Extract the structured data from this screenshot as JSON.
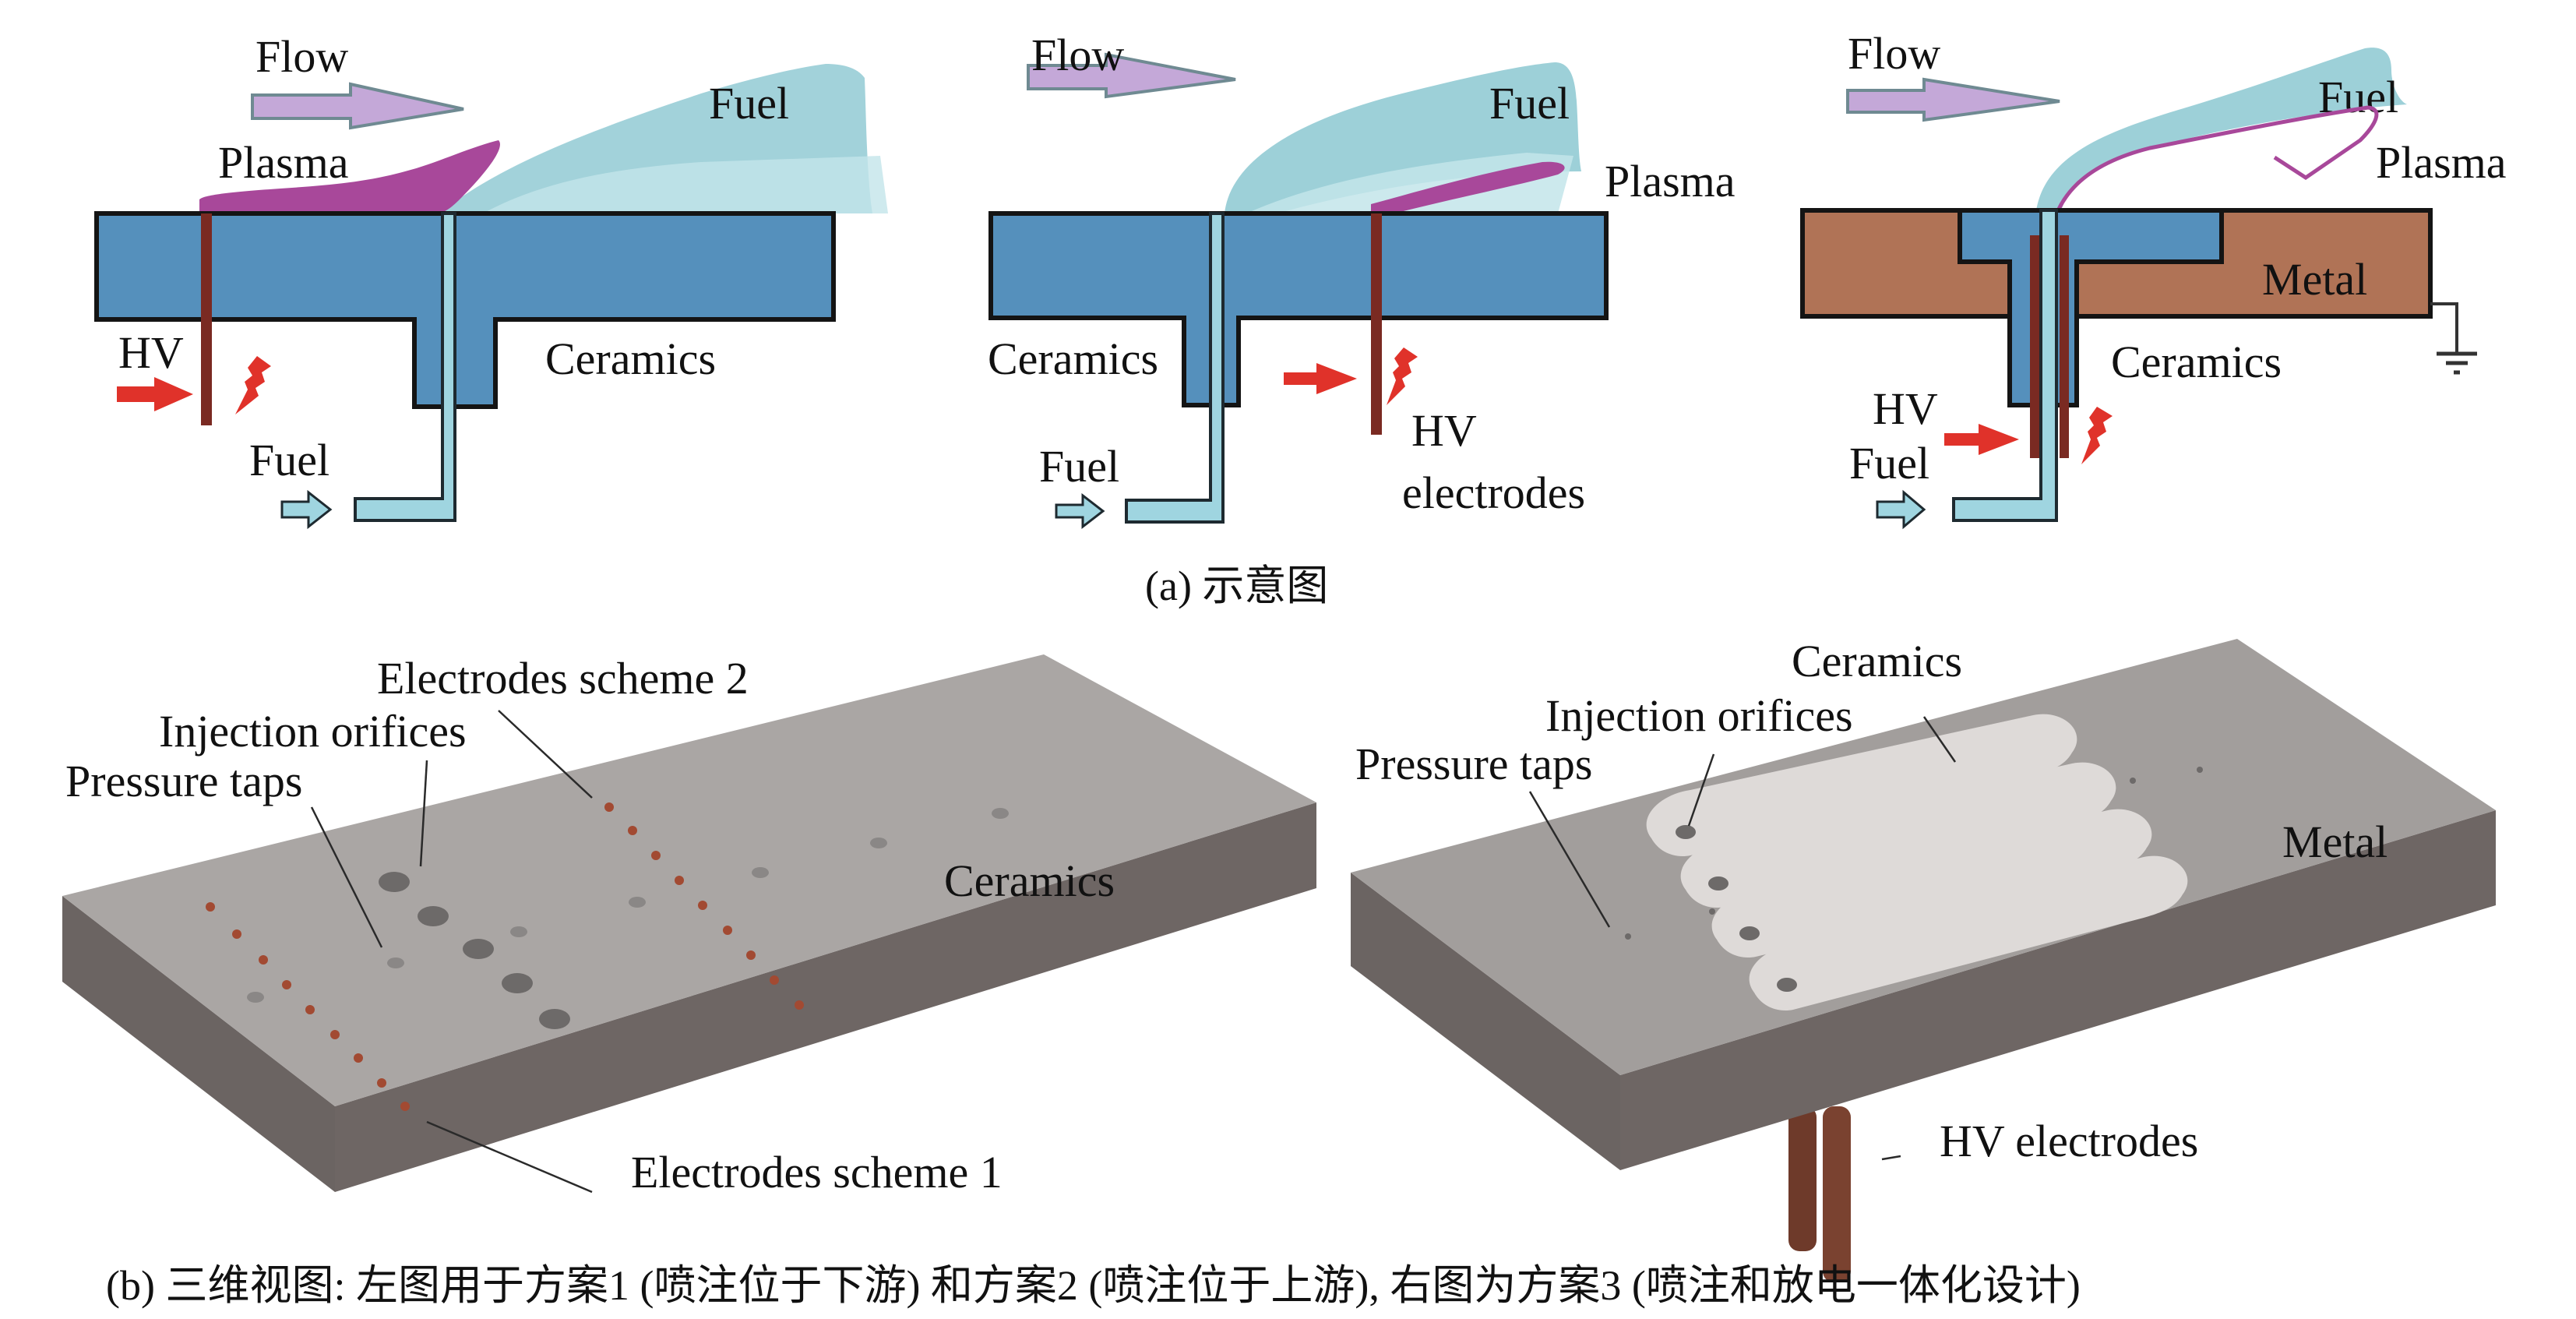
{
  "figure": {
    "panel_a": {
      "caption": "(a) 示意图",
      "schemes": [
        {
          "id": "scheme-1",
          "labels": {
            "flow": "Flow",
            "fuel_jet": "Fuel",
            "plasma": "Plasma",
            "hv": "HV",
            "fuel_inlet": "Fuel",
            "material": "Ceramics"
          }
        },
        {
          "id": "scheme-2",
          "labels": {
            "flow": "Flow",
            "fuel_jet": "Fuel",
            "plasma": "Plasma",
            "material": "Ceramics",
            "fuel_inlet": "Fuel",
            "hv_line1": "HV",
            "hv_line2": "electrodes"
          }
        },
        {
          "id": "scheme-3",
          "labels": {
            "flow": "Flow",
            "fuel_jet": "Fuel",
            "plasma": "Plasma",
            "material": "Metal",
            "insulator": "Ceramics",
            "hv": "HV",
            "fuel_inlet": "Fuel"
          }
        }
      ]
    },
    "panel_b": {
      "caption": "(b) 三维视图: 左图用于方案1 (喷注位于下游) 和方案2 (喷注位于上游), 右图为方案3 (喷注和放电一体化设计)",
      "left_model": {
        "labels": {
          "electrodes_scheme_2": "Electrodes scheme 2",
          "injection_orifices": "Injection orifices",
          "pressure_taps": "Pressure taps",
          "material": "Ceramics",
          "electrodes_scheme_1": "Electrodes scheme 1"
        }
      },
      "right_model": {
        "labels": {
          "ceramics": "Ceramics",
          "injection_orifices": "Injection orifices",
          "pressure_taps": "Pressure taps",
          "material": "Metal",
          "hv_electrodes": "HV electrodes"
        }
      }
    },
    "colors": {
      "ceramics": "#5590bc",
      "metal": "#b07356",
      "fuel": "#9dd0d8",
      "plasma": "#a8489a",
      "electrode": "#7a2a22",
      "hv_arrow": "#e0322a",
      "flow_arrow": "#c4a8d8",
      "plate_top": "#a8a4a2",
      "plate_side": "#6b6462"
    }
  }
}
